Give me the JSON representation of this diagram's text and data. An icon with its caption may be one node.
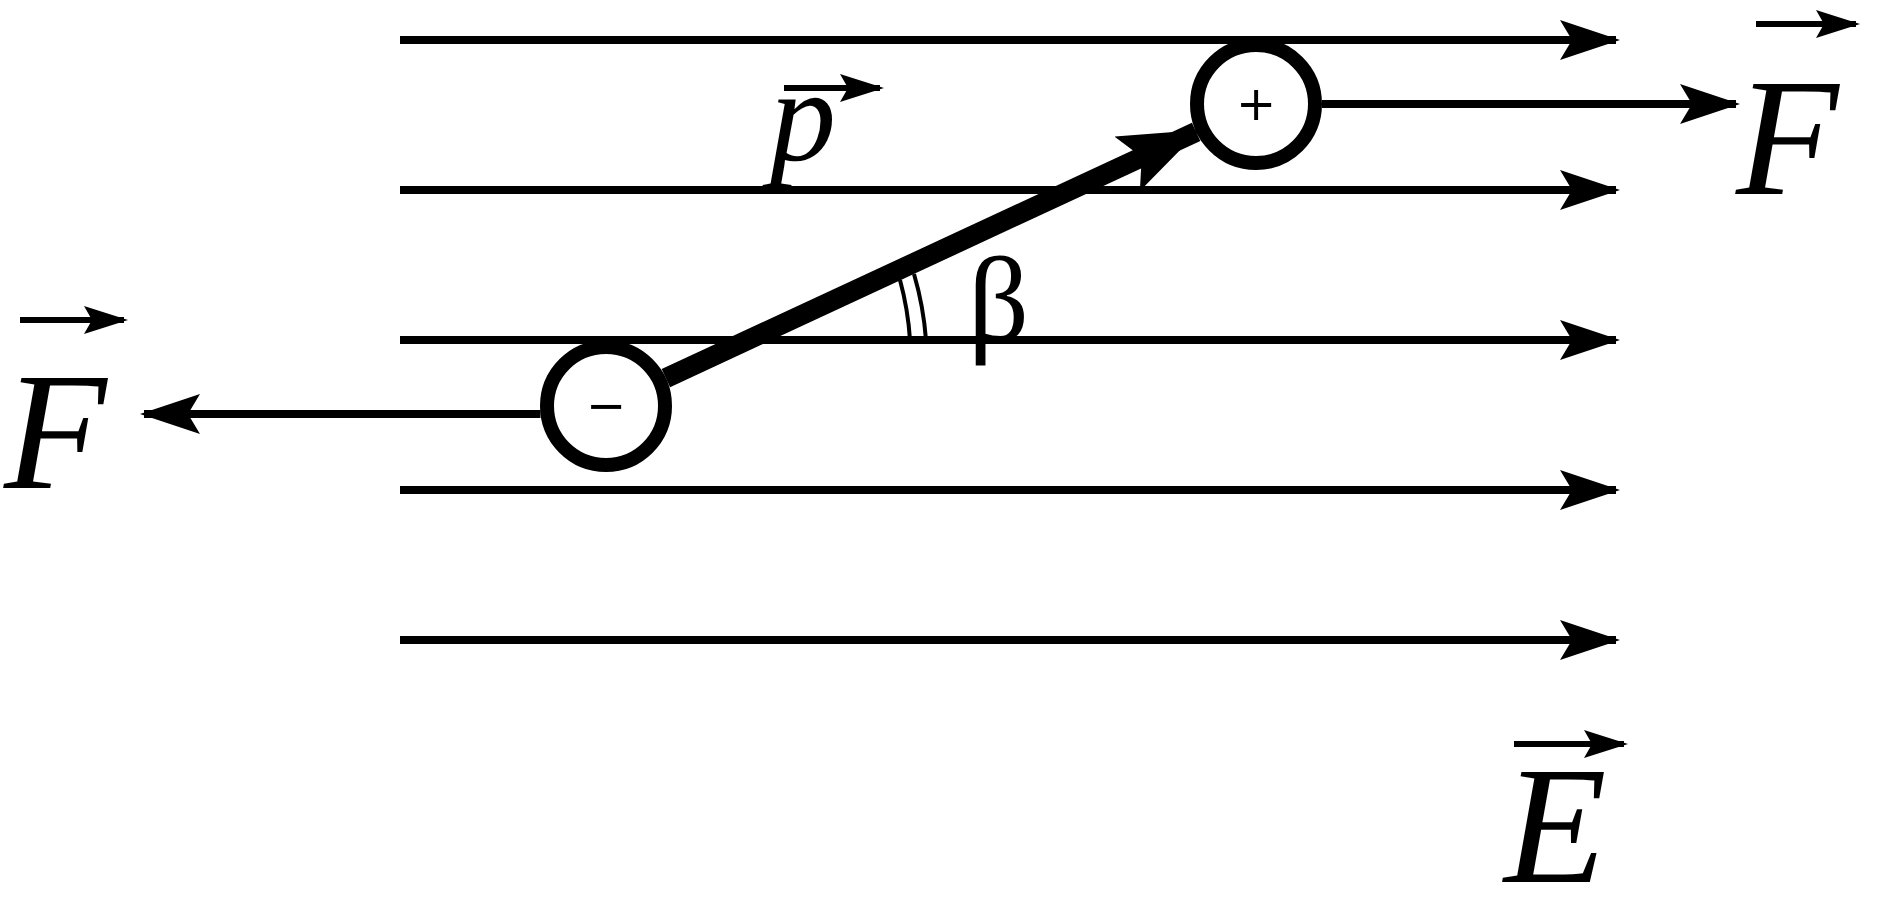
{
  "diagram": {
    "nodes": [
      {
        "text": [
          "+"
        ]
      },
      {
        "text": [
          "F"
        ]
      },
      {
        "text": [
          "F"
        ]
      },
      {
        "text": [
          "−"
        ]
      }
    ],
    "edges": [
      {
        "from": 3,
        "to": 0,
        "arrow": "to",
        "style": "thick"
      },
      {
        "from": 0,
        "to": 1,
        "arrow": "to"
      },
      {
        "from": 3,
        "to": 2,
        "arrow": "to"
      }
    ],
    "labels": [
      "p",
      "β",
      "E"
    ]
  }
}
